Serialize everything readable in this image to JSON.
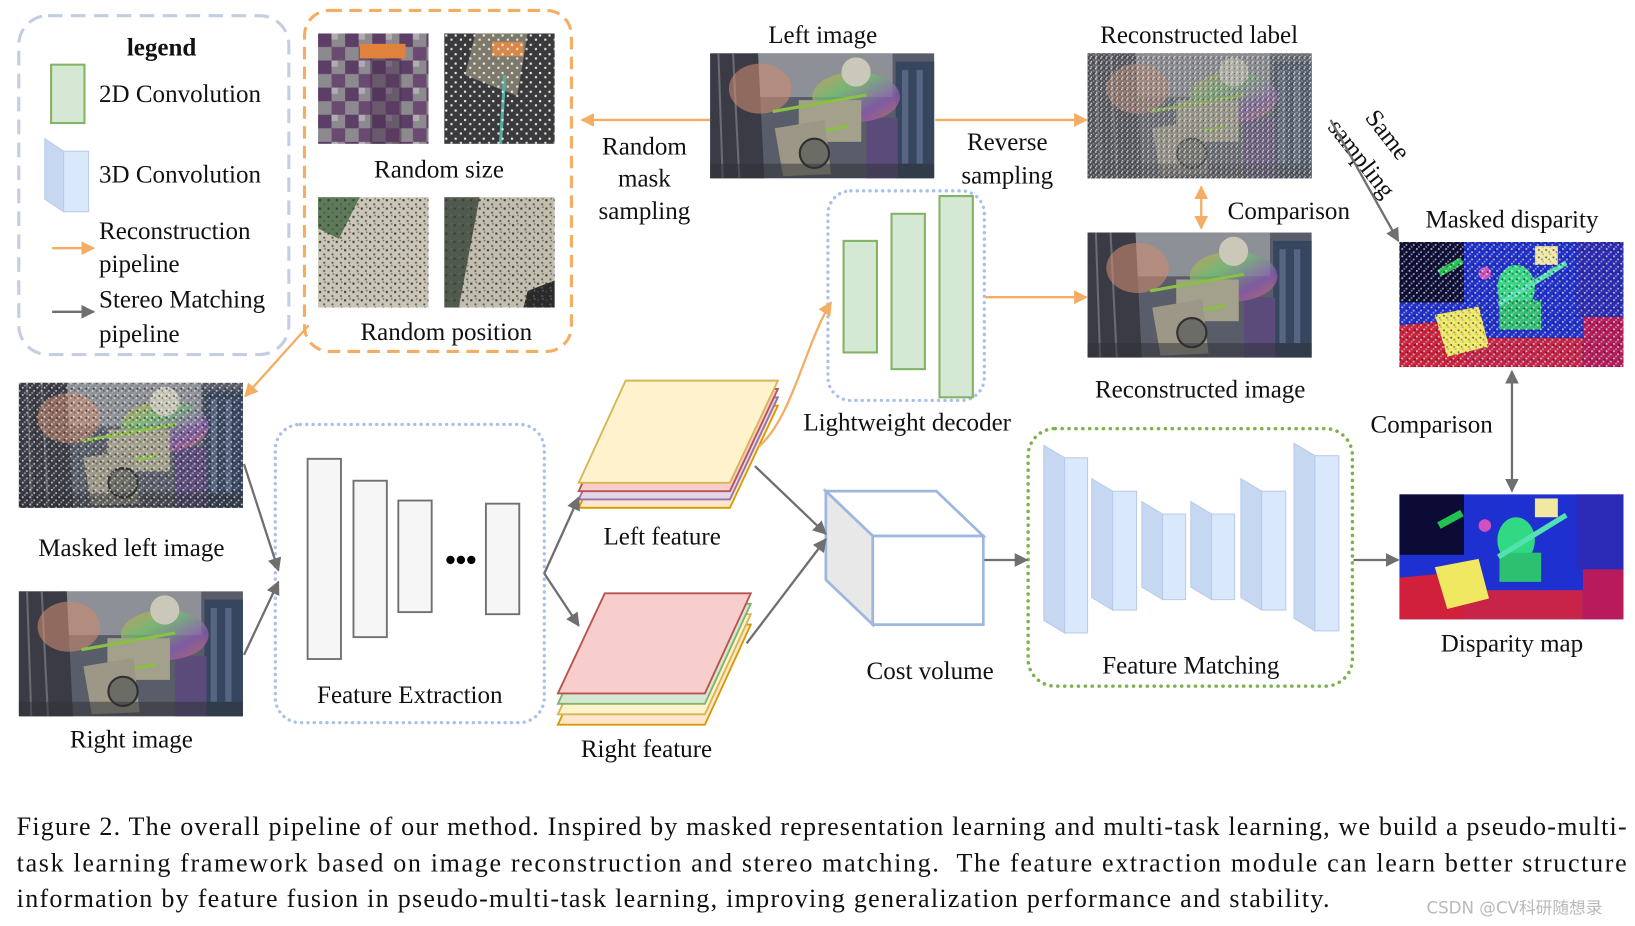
{
  "figure": {
    "legend": {
      "title": "legend",
      "conv2d": "2D Convolution",
      "conv3d": "3D Convolution",
      "reconstruction_pipeline": [
        "Reconstruction",
        "pipeline"
      ],
      "stereo_matching_pipeline": [
        "Stereo Matching",
        "pipeline"
      ]
    },
    "masking": {
      "random_size": "Random size",
      "random_position": "Random position",
      "random_mask_sampling": [
        "Random",
        "mask",
        "sampling"
      ]
    },
    "reconstruction_branch": {
      "left_image": "Left image",
      "reverse_sampling": [
        "Reverse",
        "sampling"
      ],
      "reconstructed_label": "Reconstructed label",
      "comparison": "Comparison",
      "reconstructed_image": "Reconstructed image",
      "lightweight_decoder": "Lightweight decoder"
    },
    "stereo_branch": {
      "masked_left_image": "Masked left image",
      "right_image": "Right image",
      "feature_extraction": "Feature Extraction",
      "left_feature": "Left feature",
      "right_feature": "Right feature",
      "cost_volume": "Cost volume",
      "feature_matching": "Feature Matching",
      "same_sampling": [
        "Same",
        "sampling"
      ],
      "masked_disparity": "Masked disparity",
      "comparison": "Comparison",
      "disparity_map": "Disparity map"
    }
  },
  "caption": {
    "lines": [
      "Figure 2. The overall pipeline of our method. Inspired by masked representation learning and multi-task learning, we build a pseudo-multi-",
      "task learning framework based on image reconstruction and stereo matching.  The feature extraction module can learn better structure",
      "information by feature fusion in pseudo-multi-task learning, improving generalization performance and stability."
    ]
  },
  "watermark": "CSDN @CV科研随想录",
  "colors": {
    "reconstruction_pipeline": "#f4ad63",
    "stereo_matching_pipeline": "#6f6f6f",
    "module_border_blue": "#a8c1ea",
    "feature_matching_border": "#7db24f"
  }
}
